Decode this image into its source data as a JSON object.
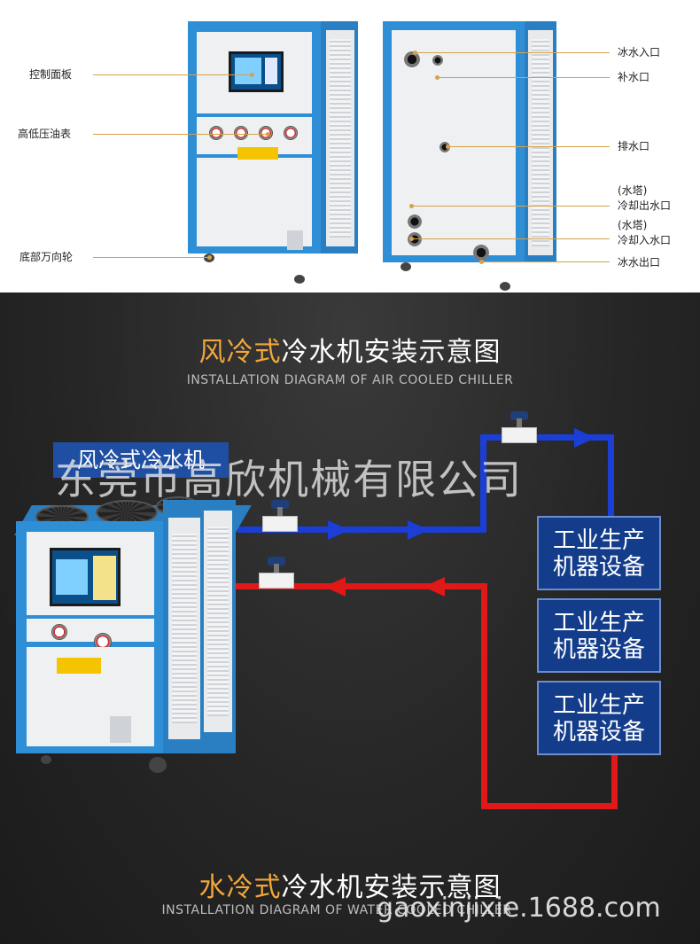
{
  "top_labels": {
    "control_panel": "控制面板",
    "pressure_gauge": "高低压油表",
    "wheels": "底部万向轮",
    "ice_water_in": "冰水入口",
    "refill": "补水口",
    "drain": "排水口",
    "tower_out_1": "(水塔)",
    "tower_out_2": "冷却出水口",
    "tower_in_1": "(水塔)",
    "tower_in_2": "冷却入水口",
    "ice_water_out": "冰水出口"
  },
  "section1": {
    "title_highlight": "风冷式",
    "title_rest": "冷水机安装示意图",
    "subtitle": "INSTALLATION DIAGRAM OF AIR COOLED CHILLER"
  },
  "diagram": {
    "machine_label": "风冷式冷水机",
    "equipment": [
      {
        "line1": "工业生产",
        "line2": "机器设备"
      },
      {
        "line1": "工业生产",
        "line2": "机器设备"
      },
      {
        "line1": "工业生产",
        "line2": "机器设备"
      }
    ],
    "watermark": "东莞市高欣机械有限公司"
  },
  "section2": {
    "title_highlight": "水冷式",
    "title_rest": "冷水机安装示意图",
    "subtitle": "INSTALLATION DIAGRAM OF WATER COOLED CHILLER",
    "watermark": "gaoxinjixie.1688.com"
  },
  "colors": {
    "accent": "#f3a73a",
    "blue_pipe": "#1b3fd6",
    "red_pipe": "#e01818",
    "machine_blue": "#2f8fd6",
    "box_blue": "#133c8a"
  }
}
